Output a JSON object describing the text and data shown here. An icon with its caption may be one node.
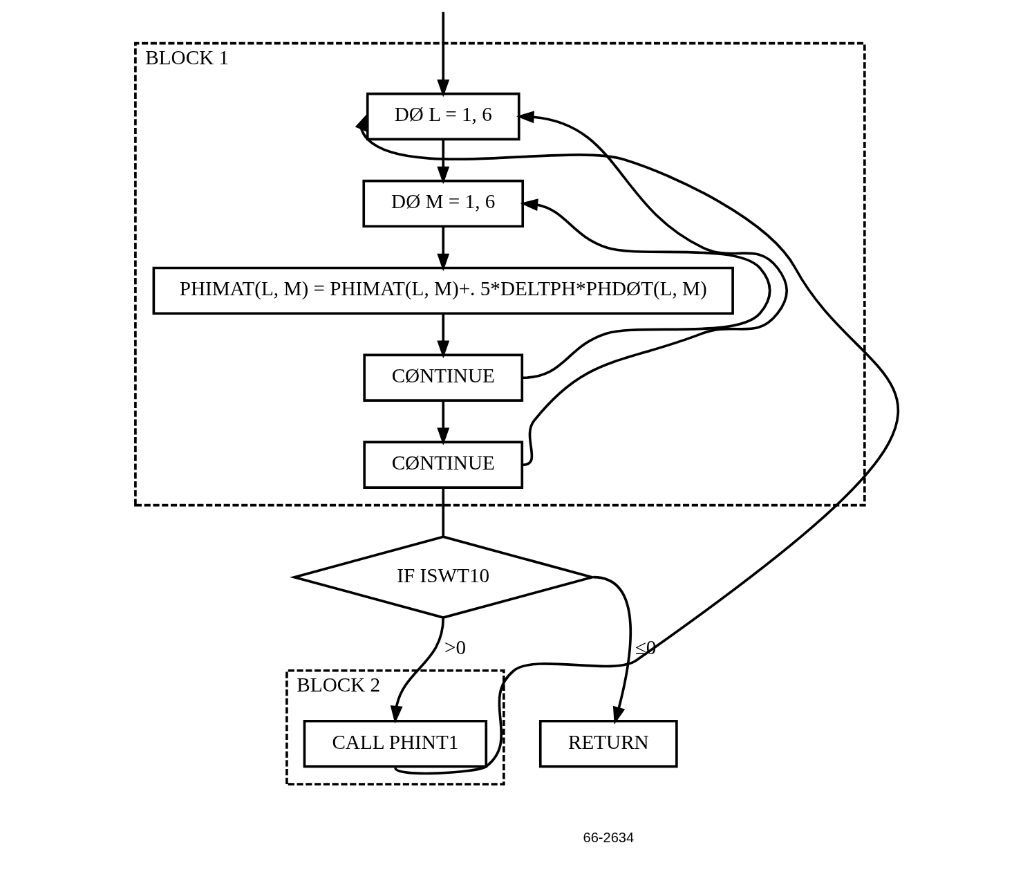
{
  "diagram": {
    "nodes": [
      {
        "text": [
          "BLOCK 1"
        ]
      },
      {
        "text": [
          "DØ L = 1, 6"
        ],
        "in": 0
      },
      {
        "text": [
          "DØ M = 1, 6"
        ],
        "in": 0
      },
      {
        "text": [
          "PHIMAT(L, M) = PHIMAT(L, M)+. 5*DELTPH*PHDØT(L, M)"
        ],
        "in": 0
      },
      {
        "text": [
          "CØNTINUE"
        ],
        "in": 0
      },
      {
        "text": [
          "CØNTINUE"
        ],
        "in": 0
      },
      {
        "text": [
          "IF ISWT10"
        ]
      },
      {
        "text": [
          "BLOCK 2"
        ]
      },
      {
        "text": [
          "CALL PHINT1"
        ],
        "in": 7
      },
      {
        "text": [
          "RETURN"
        ]
      }
    ],
    "edges": [
      {
        "from": null,
        "to": 1,
        "arrow": "to"
      },
      {
        "from": 1,
        "to": 2,
        "arrow": "to"
      },
      {
        "from": 2,
        "to": 3,
        "arrow": "to"
      },
      {
        "from": 3,
        "to": 4,
        "arrow": "to"
      },
      {
        "from": 4,
        "to": 5,
        "arrow": "to"
      },
      {
        "from": 4,
        "to": 2,
        "arrow": "to"
      },
      {
        "from": 5,
        "to": 1,
        "arrow": "to"
      },
      {
        "from": 5,
        "to": 6,
        "arrow": "none"
      },
      {
        "from": 6,
        "to": 8,
        "label": ">0",
        "arrow": "to"
      },
      {
        "from": 6,
        "to": 9,
        "label": "≤0",
        "arrow": "to"
      },
      {
        "from": 8,
        "to": 1,
        "arrow": "to"
      }
    ],
    "labels": [
      "66-2634"
    ]
  }
}
